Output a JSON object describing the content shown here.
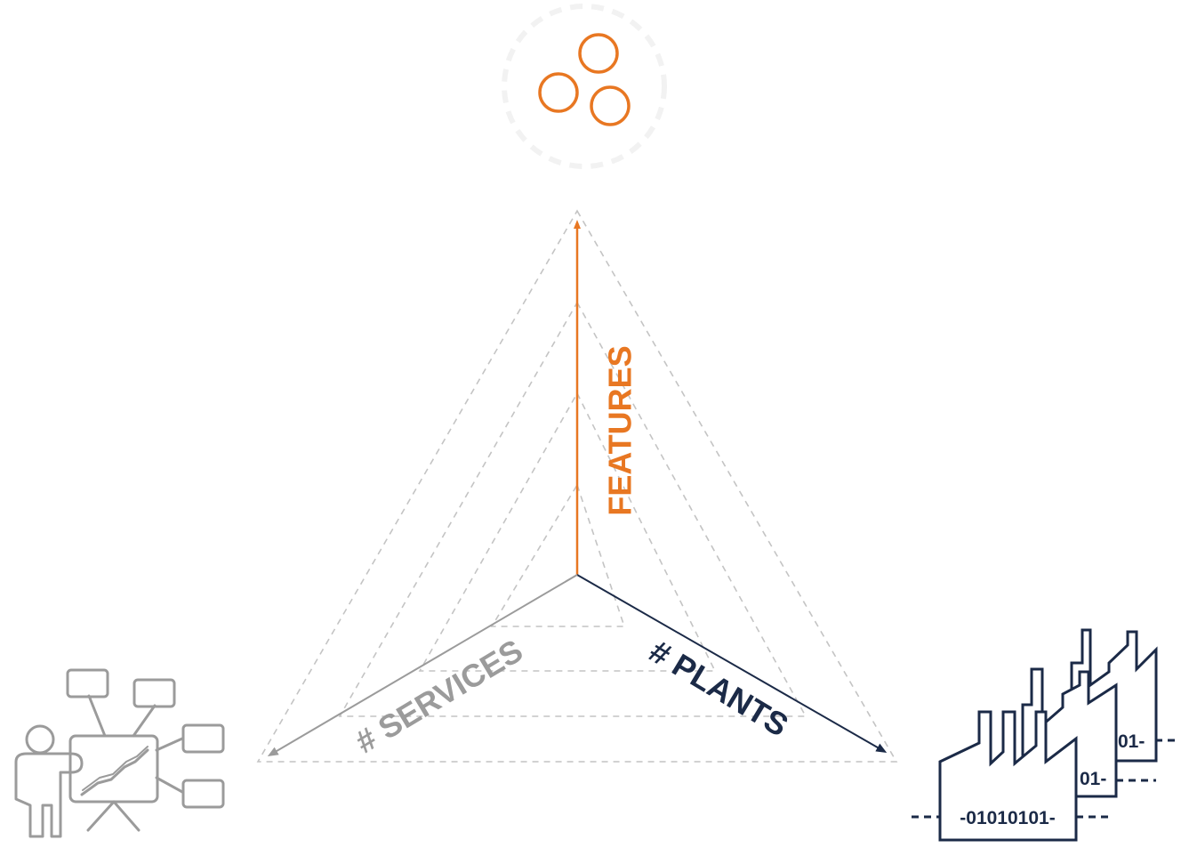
{
  "axes": {
    "features": {
      "label": "FEATURES",
      "color": "#E87722"
    },
    "plants": {
      "label": "# PLANTS",
      "color": "#1B2A47"
    },
    "services": {
      "label": "# SERVICES",
      "color": "#9B9B9B"
    }
  },
  "grid": {
    "color": "#C4C4C4"
  },
  "icons": {
    "top": "gear-circles-icon",
    "left": "presenter-icon",
    "right": "factory-stack-icon"
  },
  "factory_labels": [
    "-01010101-",
    "01-",
    "01-"
  ]
}
